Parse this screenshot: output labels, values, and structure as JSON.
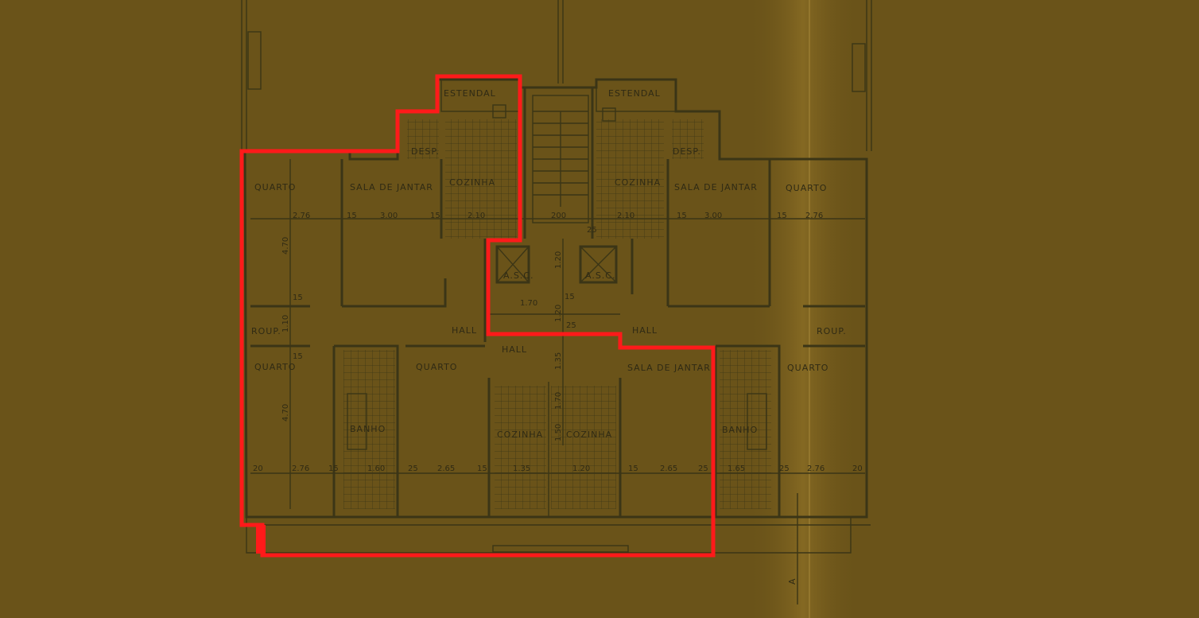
{
  "colors": {
    "paper": "#6a5319",
    "paper_light": "#8a6c24",
    "ink": "#3b3516",
    "highlight": "#ff1a1a"
  },
  "labels": {
    "estendal_left": "ESTENDAL",
    "estendal_right": "ESTENDAL",
    "desp_left": "DESP.",
    "desp_right": "DESP.",
    "cozinha_top_left": "COZINHA",
    "cozinha_top_right": "COZINHA",
    "sala_top_left": "SALA DE JANTAR",
    "sala_top_right": "SALA DE JANTAR",
    "quarto_top_left": "QUARTO",
    "quarto_top_right": "QUARTO",
    "roup_left": "ROUP.",
    "roup_right": "ROUP.",
    "quarto_mid_left": "QUARTO",
    "quarto_mid_right": "QUARTO",
    "quarto_center": "QUARTO",
    "sala_mid_right": "SALA DE JANTAR",
    "banho_left": "BANHO",
    "banho_right": "BANHO",
    "cozinha_bottom_left": "COZINHA",
    "cozinha_bottom_right": "COZINHA",
    "hall_left": "HALL",
    "hall_right": "HALL",
    "hall_center": "HALL",
    "asc_left": "A.S.C.",
    "asc_right": "A.S.C.",
    "north_arrow": "A"
  },
  "dimensions": {
    "top_row": [
      "2.76",
      "15",
      "3.00",
      "15",
      "2.10",
      "200",
      "2.10",
      "15",
      "3.00",
      "15",
      "2.76"
    ],
    "bottom_row": [
      "20",
      "2.76",
      "15",
      "1.60",
      "25",
      "2.65",
      "15",
      "1.35",
      "1.20",
      "15",
      "2.65",
      "25",
      "1.65",
      "25",
      "2.76",
      "20"
    ],
    "vertical": [
      "4.70",
      "15",
      "1.10",
      "15",
      "4.70",
      "1.20",
      "15",
      "1.70",
      "1.20",
      "1.35",
      "1.50",
      "25",
      "25",
      "1.70"
    ]
  }
}
